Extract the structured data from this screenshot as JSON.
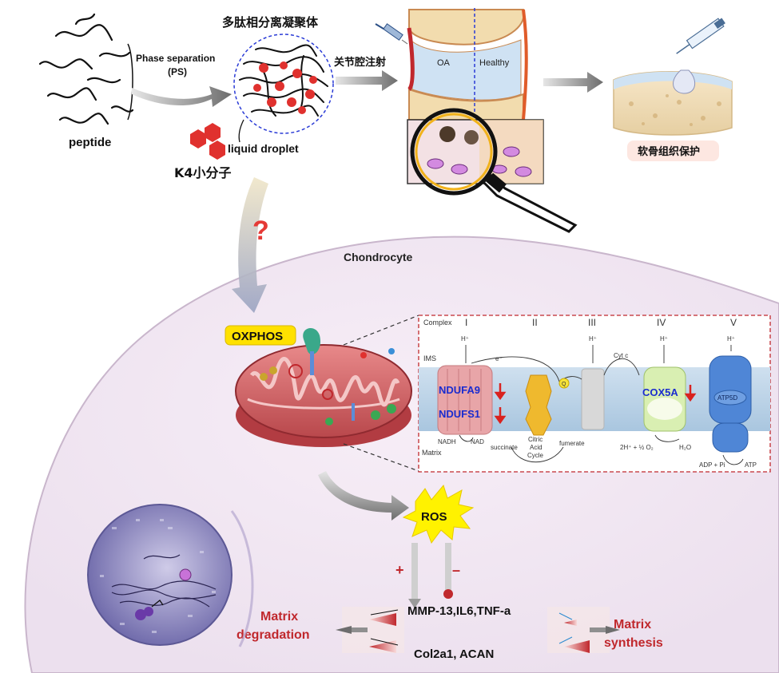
{
  "top": {
    "peptide_label": "peptide",
    "phase_sep_line1": "Phase separation",
    "phase_sep_line2": "(PS)",
    "condensate_title": "多肽相分离凝聚体",
    "droplet_label": "liquid droplet",
    "k4_label": "K4小分子",
    "injection_label": "关节腔注射",
    "oa_label": "OA",
    "healthy_label": "Healthy",
    "cartilage_label": "软骨组织保护",
    "question_mark": "?"
  },
  "cell": {
    "title": "Chondrocyte",
    "oxphos_label": "OXPHOS",
    "ros_label": "ROS",
    "plus": "+",
    "minus": "–",
    "inflammatory_genes": "MMP-13,IL6,TNF-a",
    "matrix_genes": "Col2a1, ACAN",
    "degradation_line1": "Matrix",
    "degradation_line2": "degradation",
    "synthesis_line1": "Matrix",
    "synthesis_line2": "synthesis"
  },
  "etc": {
    "complex_label": "Complex",
    "complexes": [
      "I",
      "II",
      "III",
      "IV",
      "V"
    ],
    "ims_label": "IMS",
    "matrix_label": "Matrix",
    "h_plus": "H⁺",
    "e_minus": "e⁻",
    "q_label": "Q",
    "cytc_label": "Cyt c",
    "ndufa9": "NDUFA9",
    "ndufs1": "NDUFS1",
    "cox5a": "COX5A",
    "atp5d": "ATP5D",
    "nadh": "NADH",
    "nad": "NAD",
    "succinate": "succinate",
    "fumerate": "fumerate",
    "citric_1": "Citric",
    "citric_2": "Acid",
    "citric_3": "Cycle",
    "oxygen_rxn": "2H⁺ + ½ O₂",
    "water": "H₂O",
    "adp": "ADP + Pi",
    "atp": "ATP"
  },
  "colors": {
    "highlight_red": "#c0282d",
    "gene_blue": "#1a2ccf",
    "oxphos_yellow": "#ffe100",
    "ros_yellow": "#fff200"
  }
}
